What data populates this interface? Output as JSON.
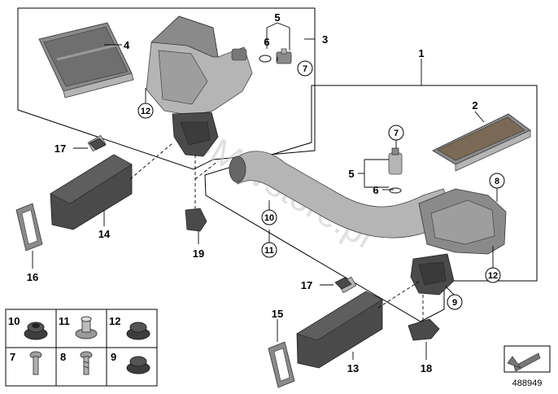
{
  "diagram": {
    "callouts": {
      "c1": "1",
      "c2": "2",
      "c3": "3",
      "c4": "4",
      "c5a": "5",
      "c5b": "5",
      "c6a": "6",
      "c6b": "6",
      "c7a": "7",
      "c7b": "7",
      "c8": "8",
      "c9": "9",
      "c10": "10",
      "c11": "11",
      "c12a": "12",
      "c12b": "12",
      "c13": "13",
      "c14": "14",
      "c15": "15",
      "c16": "16",
      "c17a": "17",
      "c17b": "17",
      "c18": "18",
      "c19": "19"
    },
    "legend": {
      "l10": "10",
      "l11": "11",
      "l12": "12",
      "l7": "7",
      "l8": "8",
      "l9": "9"
    },
    "watermark": "BMWstore.pl",
    "diagram_code": "488949",
    "icons": [
      "arrow-box-icon"
    ],
    "colors": {
      "part_dark": "#4a4a4a",
      "part_mid": "#8a8a8a",
      "part_light": "#b5b5b5"
    }
  }
}
